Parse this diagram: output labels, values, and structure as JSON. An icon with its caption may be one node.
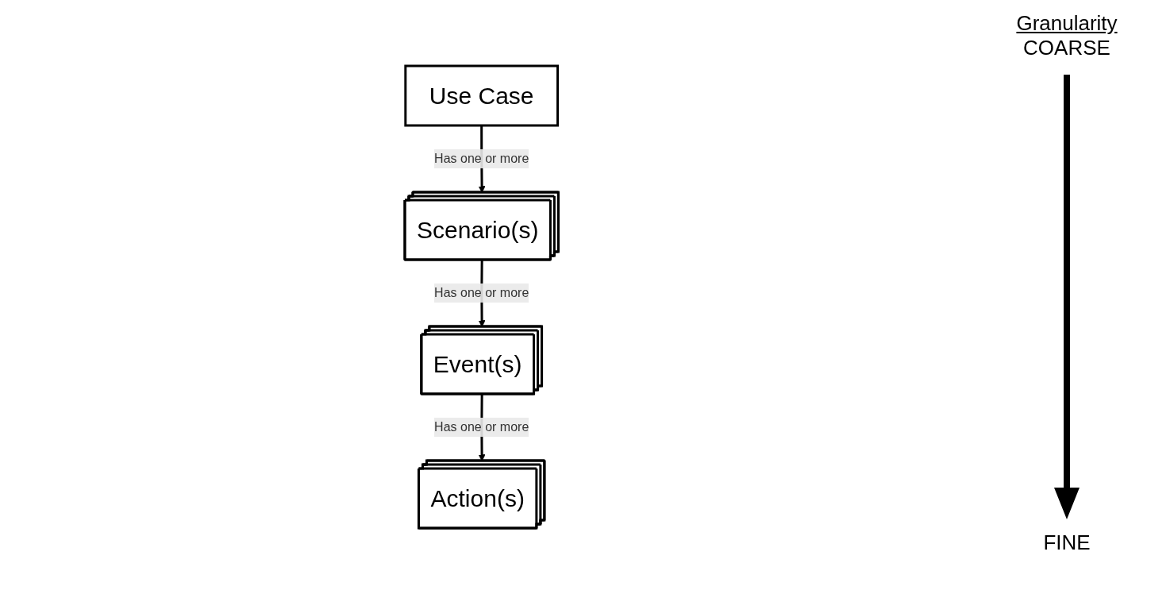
{
  "diagram": {
    "nodes": [
      {
        "text": [
          "Use Case"
        ]
      },
      {
        "text": [
          "Scenario(s)"
        ]
      },
      {
        "text": [
          "Event(s)"
        ]
      },
      {
        "text": [
          "Action(s)"
        ]
      }
    ],
    "edges": [
      {
        "from": 0,
        "to": 1,
        "arrow": "to",
        "label": "Has one or more"
      },
      {
        "from": 1,
        "to": 2,
        "arrow": "to",
        "label": "Has one or more"
      },
      {
        "from": 2,
        "to": 3,
        "arrow": "to",
        "label": "Has one or more"
      }
    ],
    "labels": [
      "Granularity",
      "COARSE",
      "FINE"
    ]
  }
}
